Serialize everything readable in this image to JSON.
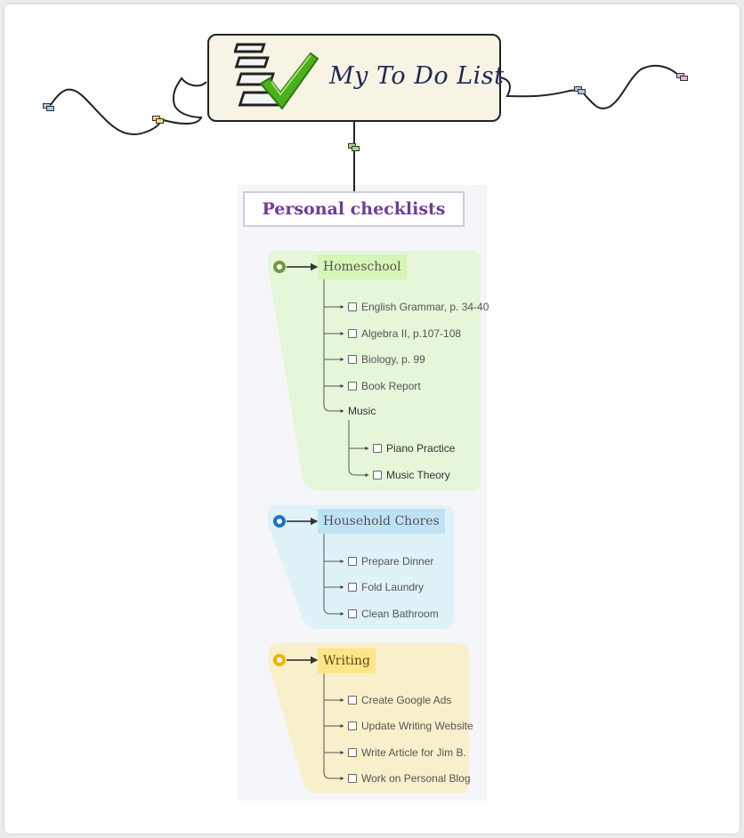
{
  "header": {
    "title": "My To Do List"
  },
  "panel": {
    "title": "Personal checklists"
  },
  "colors": {
    "homeschool_bg": "#e5f6d9",
    "homeschool_node": "#d6f5b6",
    "homeschool_dot": "#6f9a3c",
    "chores_bg": "#dff2f7",
    "chores_node": "#bee3f4",
    "chores_dot": "#1e6fd0",
    "writing_bg": "#f8efcb",
    "writing_node": "#fde58a",
    "writing_dot": "#f2b20a",
    "title_purple": "#6f3c9a"
  },
  "groups": {
    "homeschool": {
      "label": "Homeschool",
      "items": [
        "English Grammar, p. 34-40",
        "Algebra II, p.107-108",
        "Biology, p. 99",
        "Book Report"
      ],
      "music": {
        "label": "Music",
        "items": [
          "Piano Practice",
          "Music Theory"
        ]
      }
    },
    "chores": {
      "label": "Household Chores",
      "items": [
        "Prepare Dinner",
        "Fold Laundry",
        "Clean Bathroom"
      ]
    },
    "writing": {
      "label": "Writing",
      "items": [
        "Create Google Ads",
        "Update Writing Website",
        "Write Article for Jim B.",
        "Work on Personal Blog"
      ]
    }
  }
}
